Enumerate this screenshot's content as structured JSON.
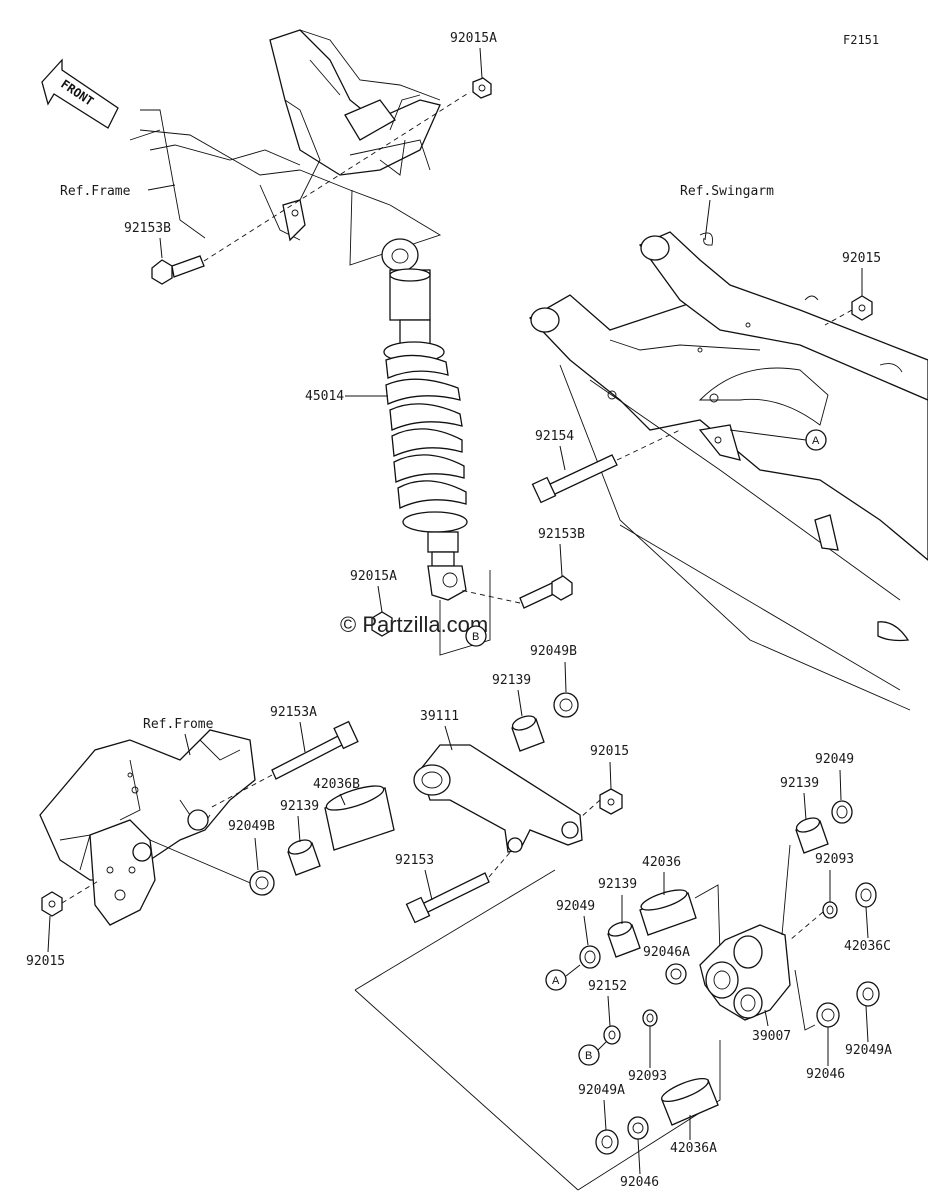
{
  "figure_code": "F2151",
  "front_label": "FRONT",
  "watermark": "© Partzilla.com",
  "refs": {
    "frame_top": "Ref.Frame",
    "swingarm": "Ref.Swingarm",
    "frame_bottom": "Ref.Frome"
  },
  "markers": {
    "a": "A",
    "b": "B"
  },
  "parts": {
    "p92015A_top": "92015A",
    "p92153B_left": "92153B",
    "p92015_right": "92015",
    "p45014": "45014",
    "p92154": "92154",
    "p92153B_mid": "92153B",
    "p92015A_mid": "92015A",
    "p92049B_top": "92049B",
    "p92139_top": "92139",
    "p92153A": "92153A",
    "p39111": "39111",
    "p42036B": "42036B",
    "p92015_mid": "92015",
    "p92139_left": "92139",
    "p92049B_left": "92049B",
    "p92049_right": "92049",
    "p92139_right": "92139",
    "p92093_right": "92093",
    "p92153": "92153",
    "p42036": "42036",
    "p92139_lower": "92139",
    "p92049_lower": "92049",
    "p92046A": "92046A",
    "p42036C": "42036C",
    "p92015_left": "92015",
    "p92152": "92152",
    "p39007": "39007",
    "p92049A_right": "92049A",
    "p92093_lower": "92093",
    "p92046_right": "92046",
    "p92049A_lower": "92049A",
    "p92046_lower": "92046",
    "p42036A": "42036A"
  }
}
